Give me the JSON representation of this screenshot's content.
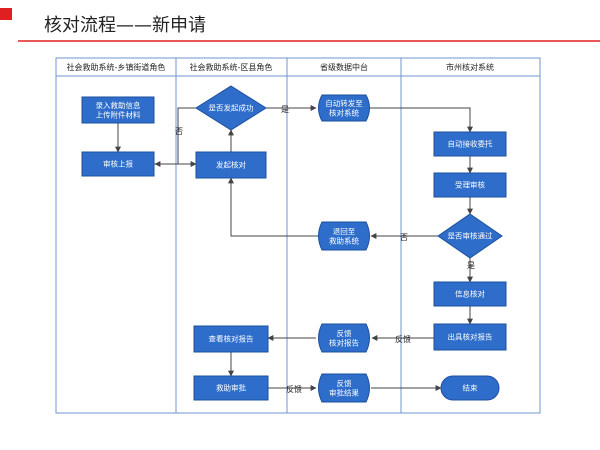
{
  "title": "核对流程——新申请",
  "colors": {
    "accent": "#e02020",
    "node_fill": "#2e6dc9",
    "node_stroke": "#1d4f9e",
    "lane_border": "#6f95cf",
    "line": "#555555"
  },
  "lanes": [
    {
      "label": "社会救助系统-乡镇街道角色"
    },
    {
      "label": "社会救助系统-区县角色"
    },
    {
      "label": "省级数据中台"
    },
    {
      "label": "市州核对系统"
    }
  ],
  "nodes": {
    "upload": {
      "lines": [
        "录入救助信息",
        "上传附件材料"
      ]
    },
    "review_report": {
      "lines": [
        "审核上报"
      ]
    },
    "is_success": {
      "lines": [
        "是否发起成功"
      ]
    },
    "initiate": {
      "lines": [
        "发起核对"
      ]
    },
    "auto_forward": {
      "lines": [
        "自动转发至",
        "核对系统"
      ]
    },
    "auto_receive": {
      "lines": [
        "自动接收委托"
      ]
    },
    "accept_review": {
      "lines": [
        "受理审核"
      ]
    },
    "review_pass": {
      "lines": [
        "是否审核通过"
      ]
    },
    "return_to": {
      "lines": [
        "退回至",
        "救助系统"
      ]
    },
    "info_check": {
      "lines": [
        "信息核对"
      ]
    },
    "issue_report": {
      "lines": [
        "出具核对报告"
      ]
    },
    "feedback_report": {
      "lines": [
        "反馈",
        "核对报告"
      ]
    },
    "view_report": {
      "lines": [
        "查看核对报告"
      ]
    },
    "aid_approval": {
      "lines": [
        "救助审批"
      ]
    },
    "feedback_result": {
      "lines": [
        "反馈",
        "审批结果"
      ]
    },
    "end": {
      "lines": [
        "结束"
      ]
    }
  },
  "edge_labels": {
    "no1": "否",
    "yes1": "是",
    "no2": "否",
    "yes2": "是",
    "feedback1": "反馈",
    "feedback2": "反馈"
  }
}
